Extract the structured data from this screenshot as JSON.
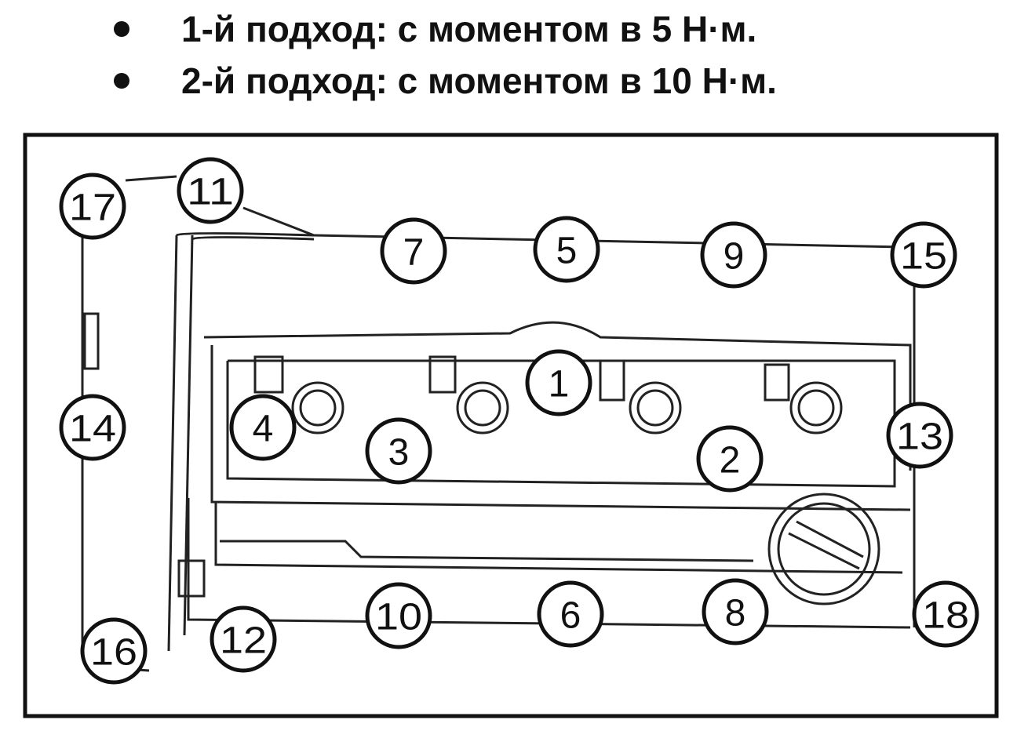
{
  "instructions": [
    "1-й подход: с моментом в 5 Н·м.",
    "2-й подход: с моментом в 10 Н·м."
  ],
  "bolt_labels": [
    "17",
    "11",
    "7",
    "5",
    "9",
    "15",
    "1",
    "4",
    "3",
    "2",
    "13",
    "14",
    "10",
    "6",
    "8",
    "18",
    "12",
    "16"
  ]
}
